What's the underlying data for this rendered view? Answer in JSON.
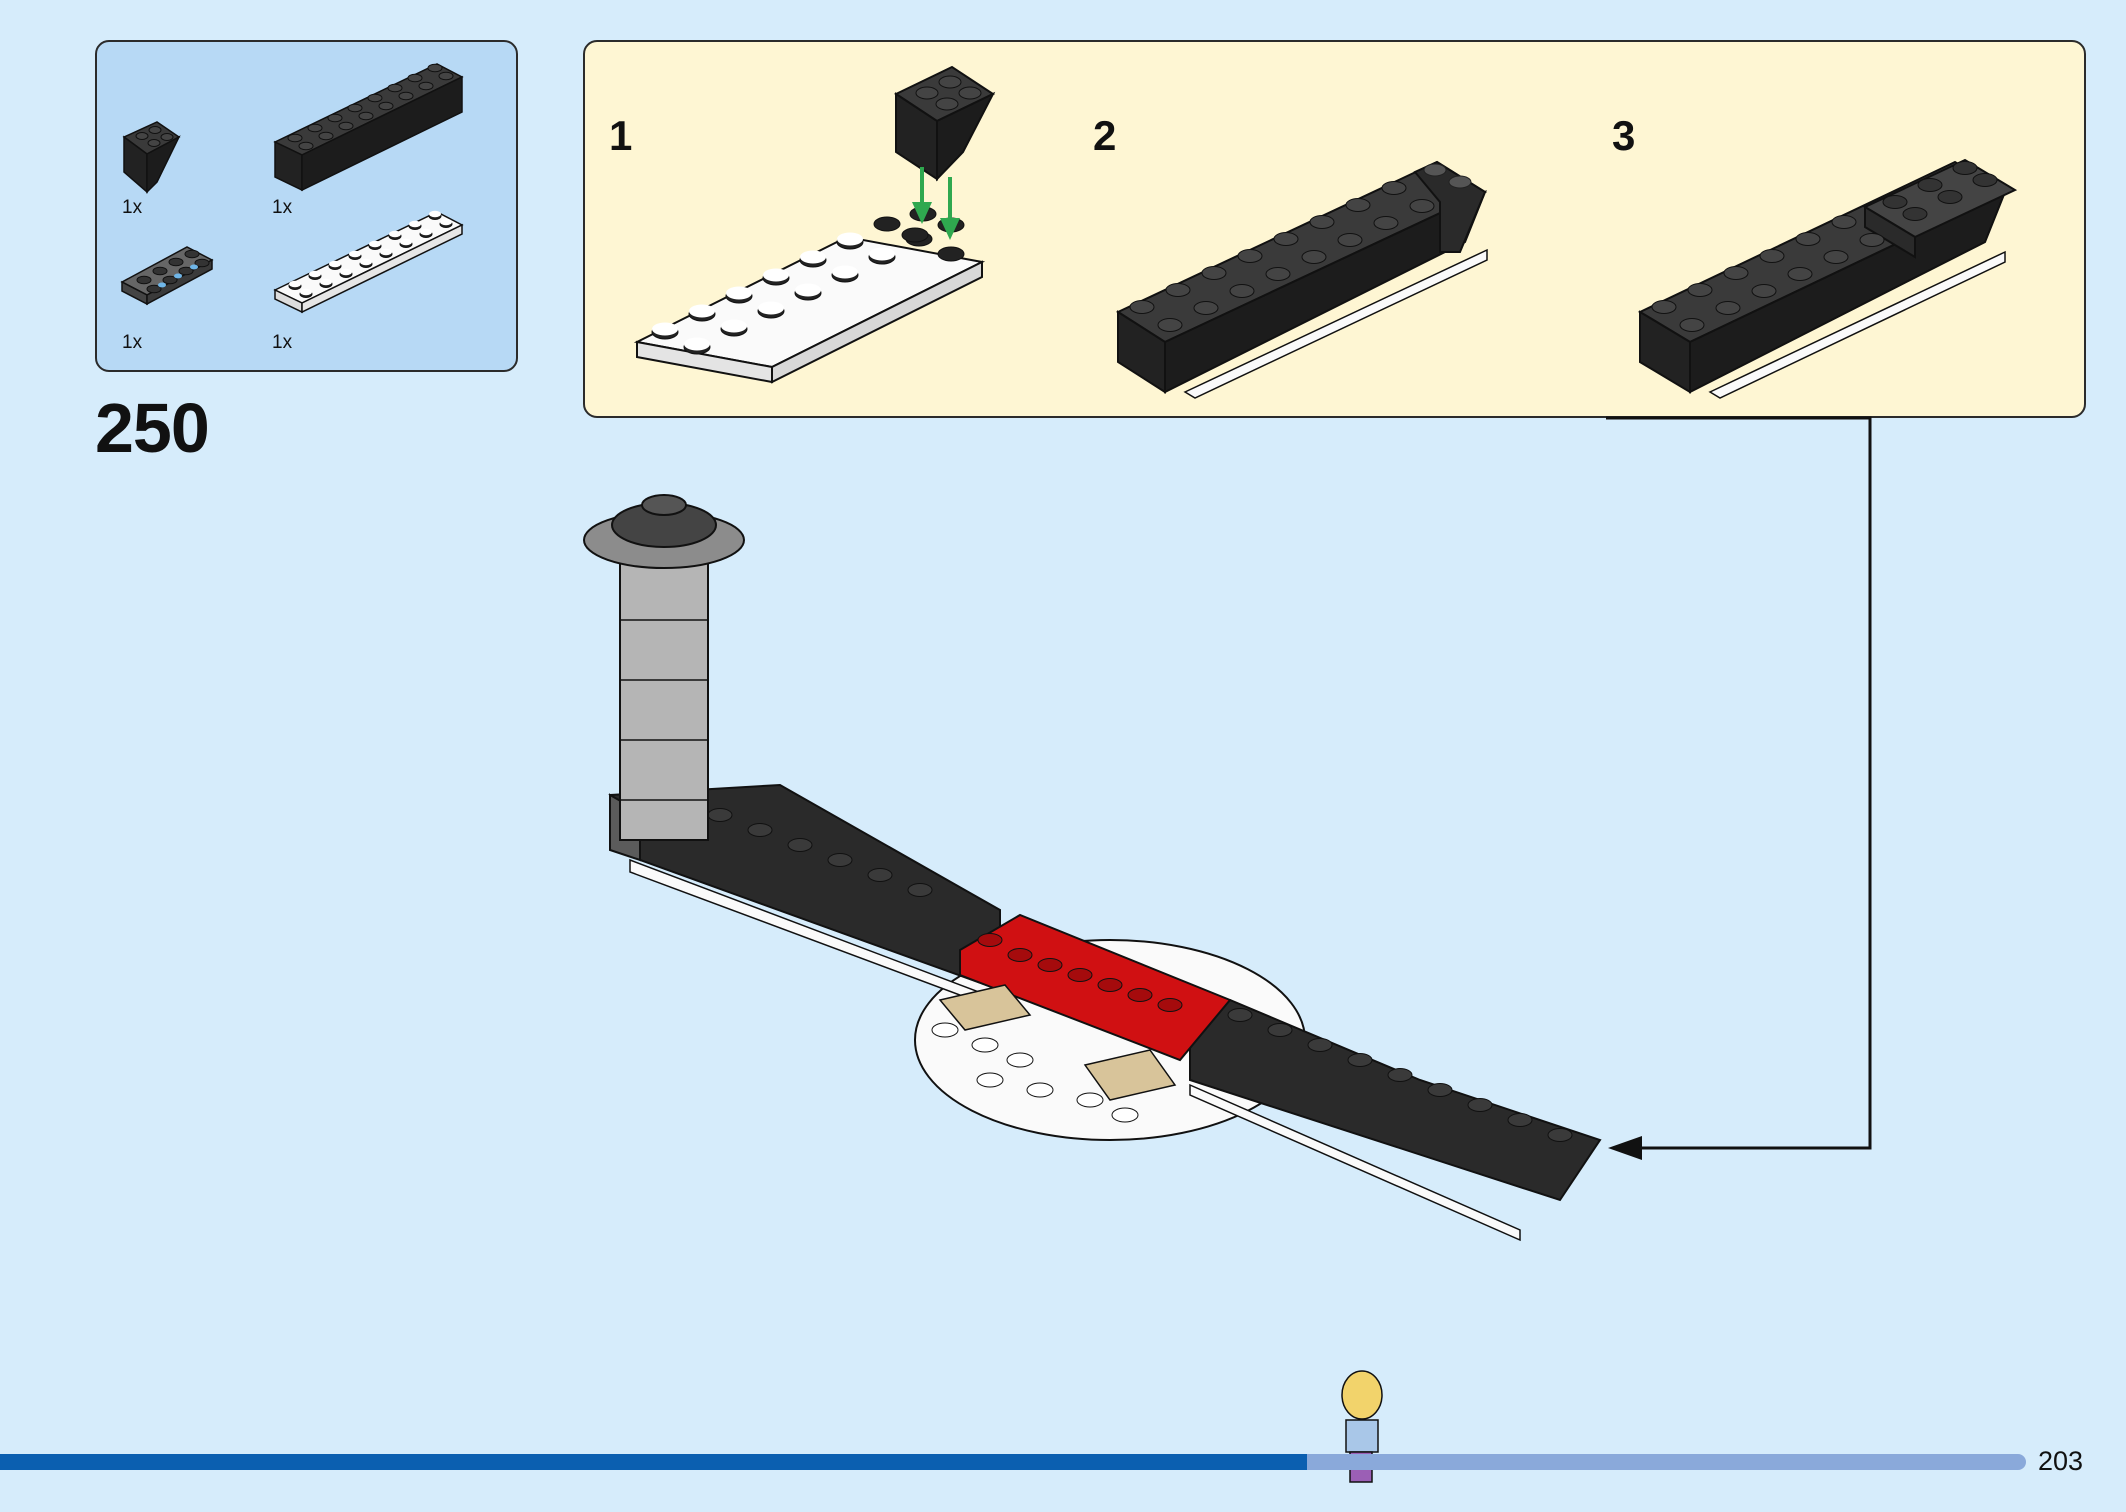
{
  "parts_list": {
    "items": [
      {
        "qty": "1x",
        "part": "black inverted slope 2x2",
        "color": "#2a2a2a"
      },
      {
        "qty": "1x",
        "part": "black brick 2x8",
        "color": "#2a2a2a"
      },
      {
        "qty": "1x",
        "part": "dark grey plate 2x4 with holes",
        "color": "#5b5b5b"
      },
      {
        "qty": "1x",
        "part": "white plate 2x8",
        "color": "#ffffff"
      }
    ]
  },
  "step": {
    "number": "250"
  },
  "substeps": [
    {
      "number": "1"
    },
    {
      "number": "2"
    },
    {
      "number": "3"
    }
  ],
  "colors": {
    "background": "#d6ecfb",
    "parts_box": "#b7d9f5",
    "substep_box": "#fef6d3",
    "arrow_green": "#2fa84f",
    "brick_black": "#2a2a2a",
    "brick_red": "#d01012",
    "progress_done": "#0b5fb0",
    "progress_remaining": "#8aa9da"
  },
  "progress": {
    "fraction": 0.645
  },
  "footer": {
    "page_number": "203"
  }
}
